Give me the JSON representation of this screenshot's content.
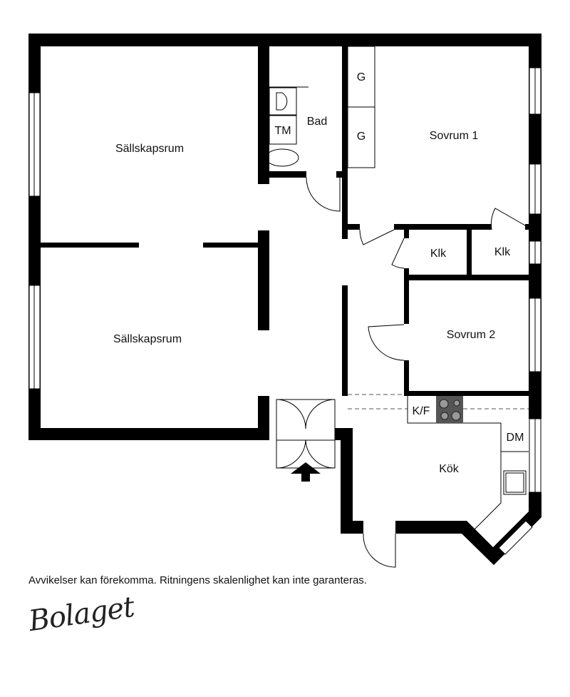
{
  "rooms": {
    "living_top": "Sällskapsrum",
    "living_bottom": "Sällskapsrum",
    "bath": "Bad",
    "washer": "TM",
    "wardrobe_1": "G",
    "wardrobe_2": "G",
    "bedroom_1": "Sovrum 1",
    "closet_1": "Klk",
    "closet_2": "Klk",
    "bedroom_2": "Sovrum 2",
    "fridge_freezer": "K/F",
    "dishwasher": "DM",
    "kitchen": "Kök"
  },
  "disclaimer": "Avvikelser kan förekomma. Ritningens skalenlighet kan inte garanteras.",
  "logo": "Bolaget",
  "colors": {
    "wall": "#000000",
    "stove": "#555555"
  }
}
